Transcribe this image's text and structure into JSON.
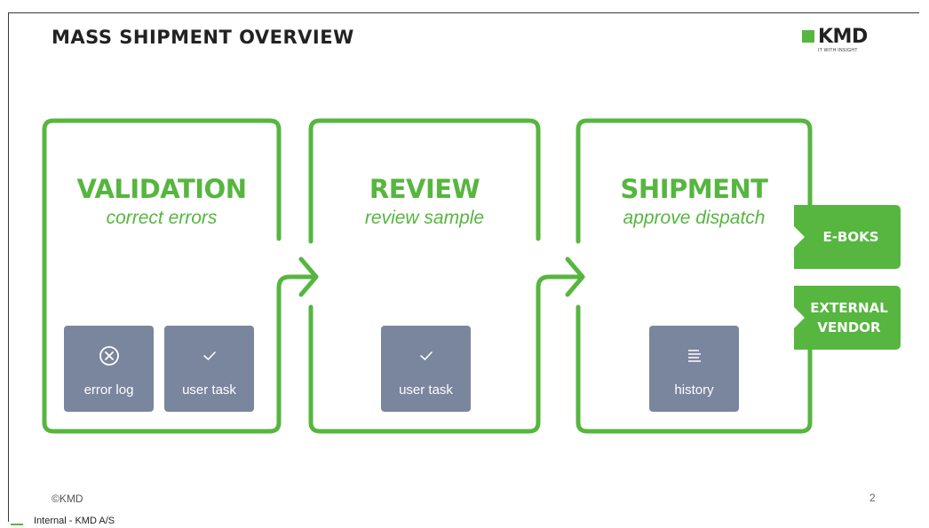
{
  "slide": {
    "title": "MASS SHIPMENT OVERVIEW",
    "logo": {
      "wordmark": "KMD",
      "tagline": "IT WITH INSIGHT"
    },
    "copyright": "©KMD",
    "page_number": "2",
    "classification": "Internal - KMD A/S"
  },
  "stages": [
    {
      "name": "VALIDATION",
      "subtitle": "correct errors",
      "tiles": [
        {
          "icon": "circle-x-icon",
          "label": "error log"
        },
        {
          "icon": "checkmark-icon",
          "label": "user task"
        }
      ]
    },
    {
      "name": "REVIEW",
      "subtitle": "review sample",
      "tiles": [
        {
          "icon": "checkmark-icon",
          "label": "user task"
        }
      ]
    },
    {
      "name": "SHIPMENT",
      "subtitle": "approve dispatch",
      "tiles": [
        {
          "icon": "lines-icon",
          "label": "history"
        }
      ]
    }
  ],
  "channels": [
    {
      "label": "E-BOKS"
    },
    {
      "label": "EXTERNAL\nVENDOR"
    }
  ],
  "colors": {
    "accent": "#56b63f",
    "tile": "#7a859e",
    "text": "#222222"
  }
}
